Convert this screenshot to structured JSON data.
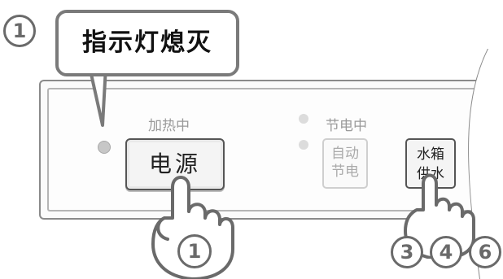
{
  "step_marker": "1",
  "callout": {
    "text": "指示灯熄灭"
  },
  "panel": {
    "heating_label": "加热中",
    "power_saving_label": "节电中",
    "power_button": "电源",
    "auto_save_button": {
      "line1": "自动",
      "line2": "节电"
    },
    "water_button": {
      "line1": "水箱",
      "line2": "供水"
    }
  },
  "hands": {
    "left_step": "1",
    "right_steps": [
      "3",
      "4",
      "6"
    ]
  }
}
